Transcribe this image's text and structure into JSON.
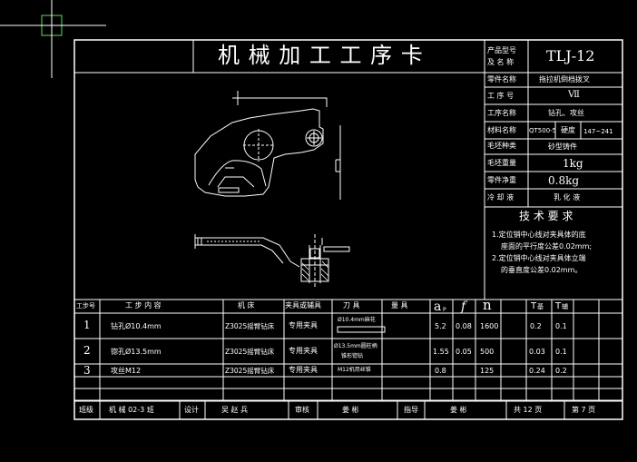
{
  "card": {
    "title": "机 械 加 工 工 序 卡",
    "product_label_1": "产品型号",
    "product_label_2": "及 名 称",
    "product_code": "TLJ-12"
  },
  "info": [
    {
      "label": "零件名称",
      "value": "拖拉机倒档拨叉"
    },
    {
      "label": "工 序 号",
      "value": "Ⅶ"
    },
    {
      "label": "工序名称",
      "value": "钻孔、攻丝"
    },
    {
      "label": "材料名称",
      "value": "QT500-5"
    },
    {
      "label": "毛坯种类",
      "value": "砂型铸件"
    },
    {
      "label": "毛坯重量",
      "value": "1kg"
    },
    {
      "label": "零件净重",
      "value": "0.8kg"
    },
    {
      "label": "冷 却 液",
      "value": "乳 化 液"
    }
  ],
  "hardness": {
    "label": "硬度",
    "value": "147~241"
  },
  "tech": {
    "title": "技 术 要 求",
    "req1_line1": "1.定位销中心线对夹具体的底",
    "req1_line2": "座面的平行度公差0.02mm;",
    "req2_line1": "2.定位销中心线对夹具体立端",
    "req2_line2": "的垂直度公差0.02mm。"
  },
  "table": {
    "headers": {
      "step_no": "工步号",
      "content": "工 步 内 容",
      "machine": "机 床",
      "fixture": "夹具或辅具",
      "tool": "刀 具",
      "gauge": "量 具",
      "ap_main": "a",
      "ap_sub": "P",
      "f": "f",
      "n": "n",
      "tj_main": "T",
      "tj_sub": "基",
      "tf_main": "T",
      "tf_sub": "辅"
    },
    "rows": [
      {
        "no": "1",
        "content": "钻孔Ø10.4mm",
        "machine": "Z3025摇臂钻床",
        "fixture": "专用夹具",
        "tool": "Ø10.4mm麻花",
        "ap": "5.2",
        "f": "0.08",
        "n": "1600",
        "tj": "0.2",
        "tf": "0.1"
      },
      {
        "no": "2",
        "content": "锪孔Ø13.5mm",
        "machine": "Z3025摇臂钻床",
        "fixture": "专用夹具",
        "tool": "Ø13.5mm圆柱柄",
        "tool2": "锥形锪钻",
        "ap": "1.55",
        "f": "0.05",
        "n": "500",
        "tj": "0.03",
        "tf": "0.1"
      },
      {
        "no": "3",
        "content": "攻丝M12",
        "machine": "Z3025摇臂钻床",
        "fixture": "专用夹具",
        "tool": "M12机用丝锥",
        "ap": "0.8",
        "f": "",
        "n": "125",
        "tj": "0.24",
        "tf": "0.2"
      }
    ]
  },
  "footer": {
    "class_label": "班级",
    "class_value": "机 械 02-3 班",
    "design_label": "设计",
    "design_value": "吴 赵 兵",
    "review_label": "审核",
    "review_value": "姜 彬",
    "guide_label": "指导",
    "guide_value": "姜 彬",
    "total_pages": "共 12 页",
    "page_no": "第 7 页"
  }
}
